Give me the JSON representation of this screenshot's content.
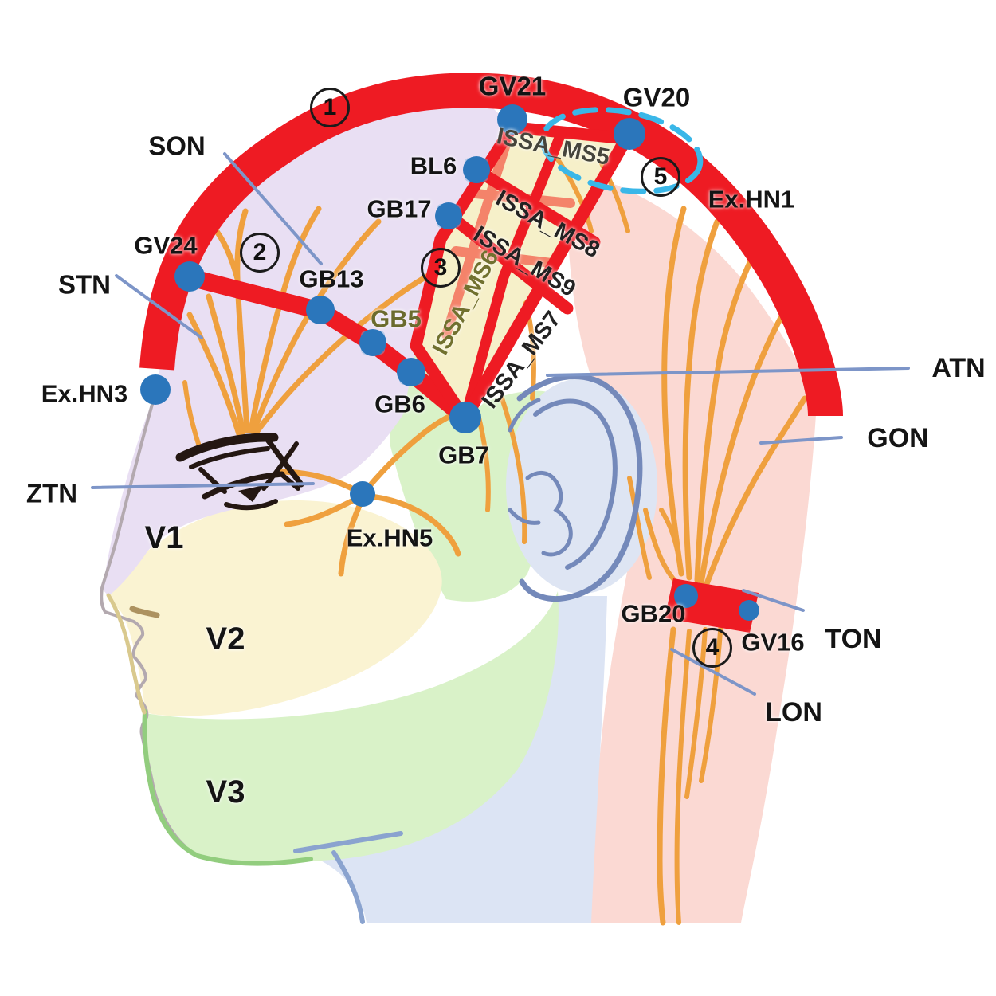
{
  "diagram": {
    "description": "Scalp acupuncture lines and nerve distribution on lateral head",
    "acupuncture_points": {
      "gv21": "GV21",
      "gv20": "GV20",
      "gv24": "GV24",
      "gv16": "GV16",
      "bl6": "BL6",
      "gb17": "GB17",
      "gb13": "GB13",
      "gb5": "GB5",
      "gb6": "GB6",
      "gb7": "GB7",
      "gb20": "GB20",
      "ex_hn1": "Ex.HN1",
      "ex_hn3": "Ex.HN3",
      "ex_hn5": "Ex.HN5"
    },
    "nerves": {
      "son": "SON",
      "stn": "STN",
      "ztn": "ZTN",
      "atn": "ATN",
      "gon": "GON",
      "ton": "TON",
      "lon": "LON"
    },
    "scalp_lines": {
      "ms5": "ISSA_MS5",
      "ms6": "ISSA_MS6",
      "ms7": "ISSA_MS7",
      "ms8": "ISSA_MS8",
      "ms9": "ISSA_MS9"
    },
    "trigeminal_regions": {
      "v1": "V1",
      "v2": "V2",
      "v3": "V3"
    },
    "zone_markers": {
      "1": "1",
      "2": "2",
      "3": "3",
      "4": "4",
      "5": "5"
    },
    "colors": {
      "band_red": "#ee1b23",
      "line_salmon": "#f4836a",
      "dot_blue": "#2b76bb",
      "leader_blue": "#7d95c8",
      "dashed_cyan": "#3ab7e8",
      "nerve_orange": "#efa03e",
      "region_v1_lavender": "#e9dff3",
      "region_v2_yellow": "#faf3d2",
      "region_v3_green": "#d9f2c8",
      "region_neck_blue": "#dce4f4",
      "region_back_pink": "#fbd9d3"
    }
  }
}
